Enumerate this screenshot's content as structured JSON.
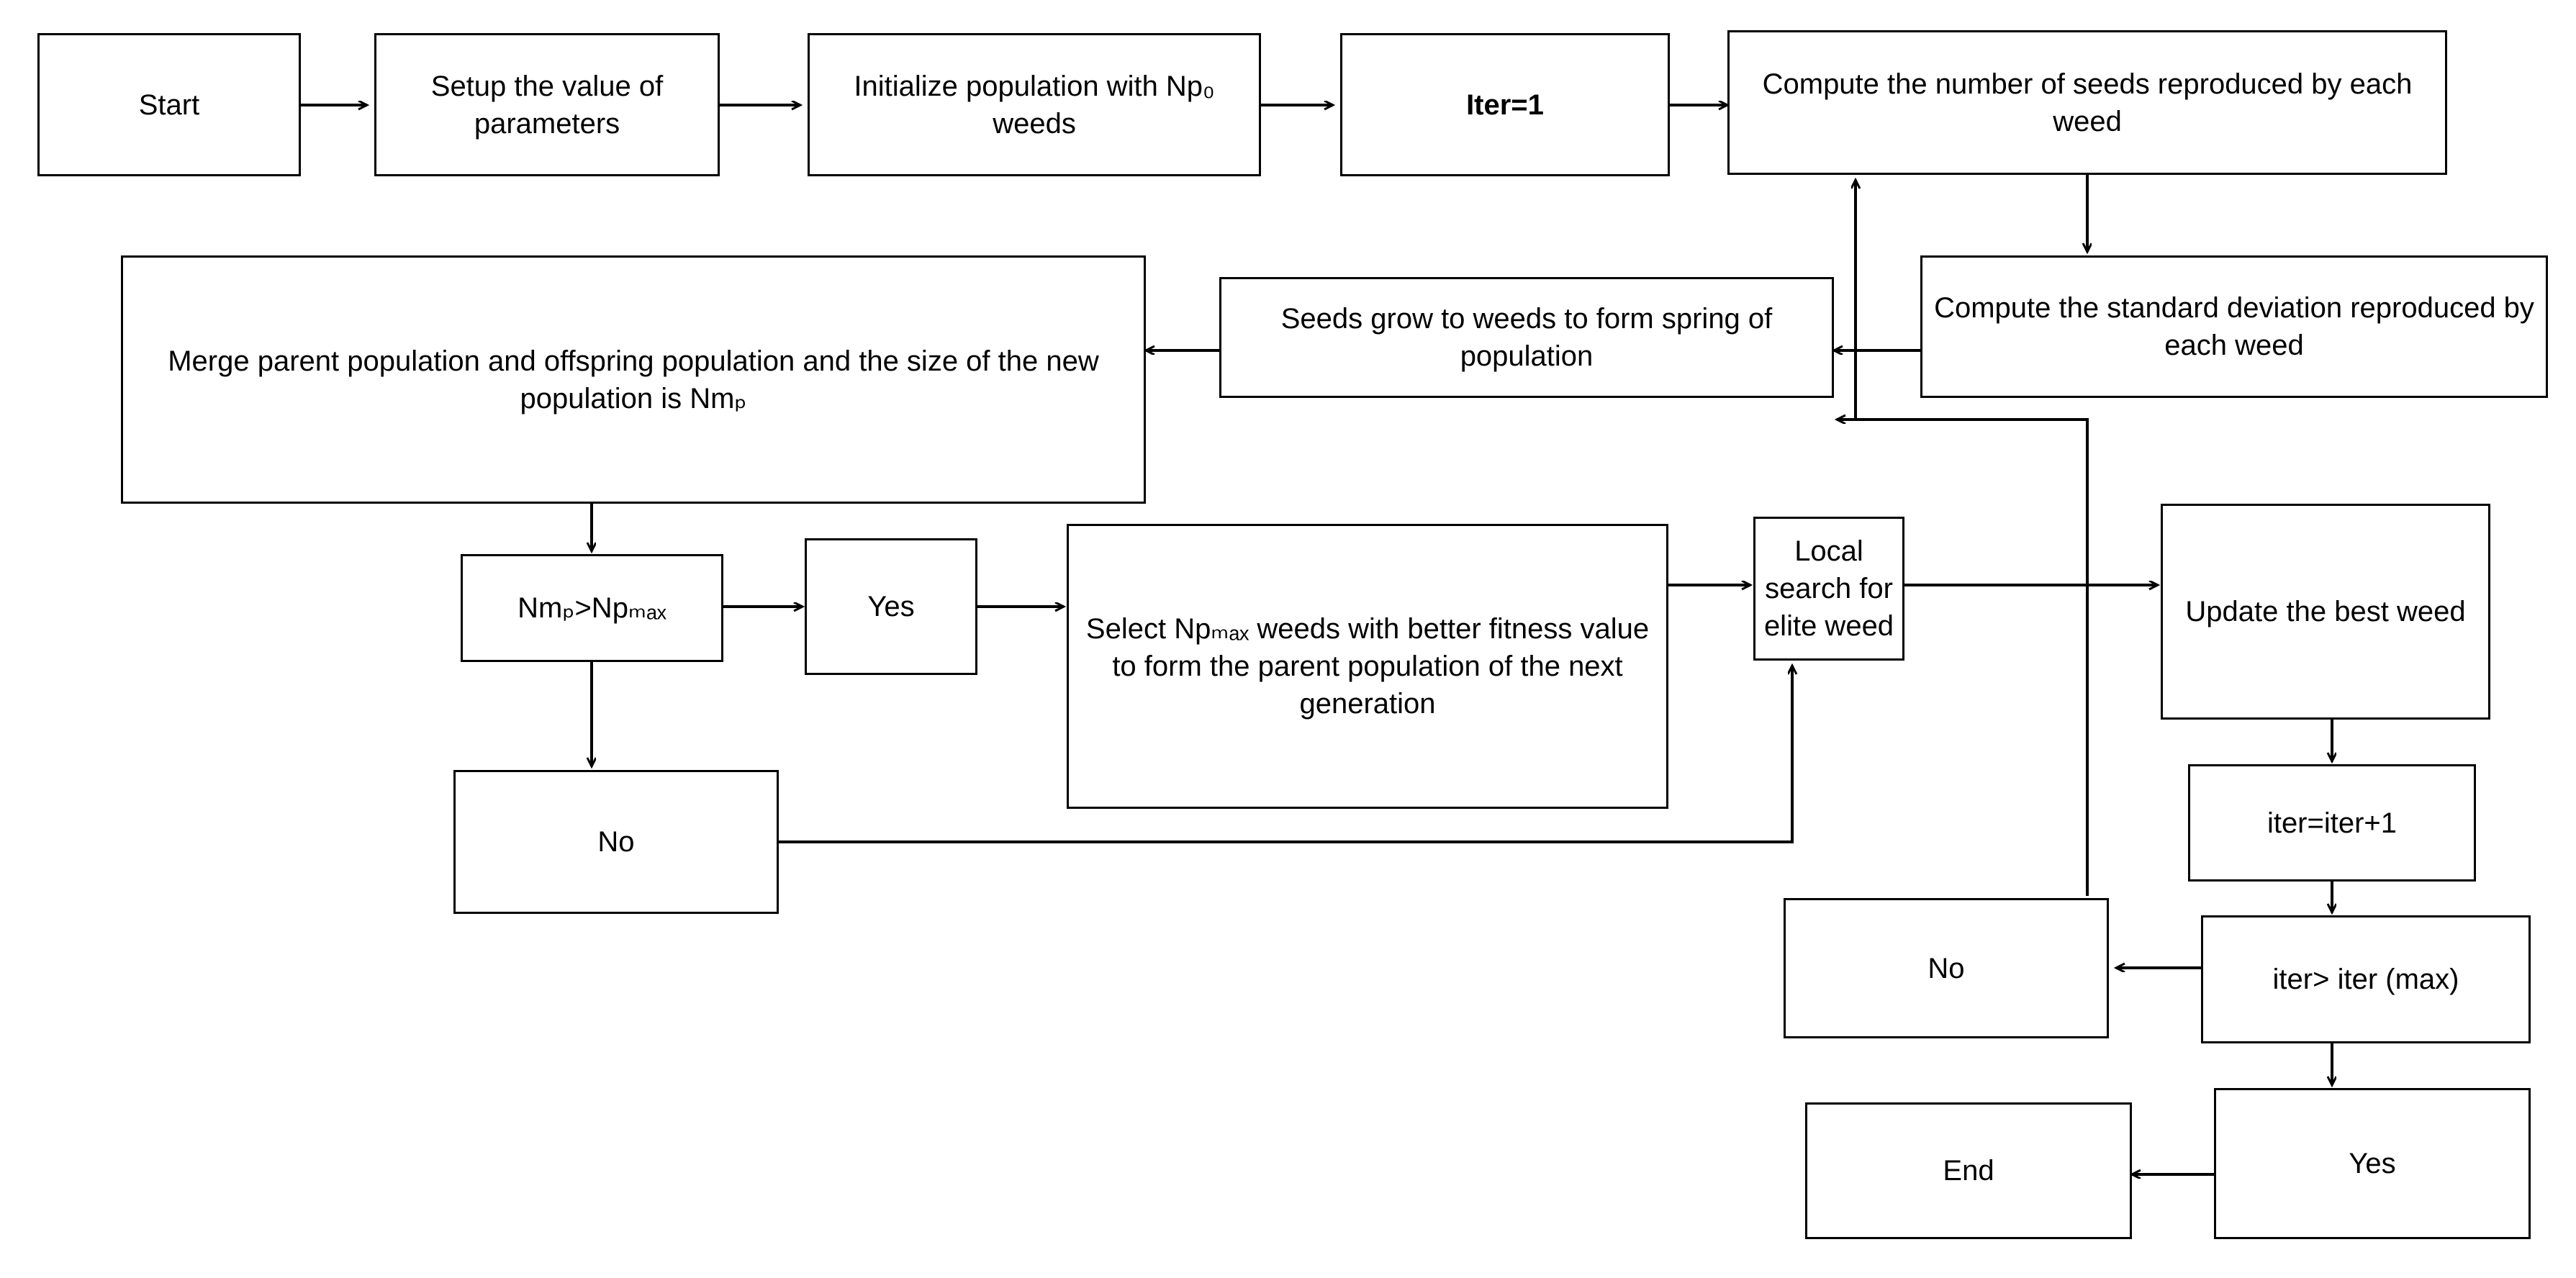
{
  "diagram": {
    "title": "Invasive Weed Optimization algorithm flowchart",
    "stroke_color": "#000000",
    "fill_color": "#ffffff",
    "nodes": [
      {
        "id": "start",
        "label": "Start"
      },
      {
        "id": "setup",
        "label": "Setup the value of parameters"
      },
      {
        "id": "init",
        "label": "Initialize population with Np₀ weeds"
      },
      {
        "id": "iter1",
        "label": "Iter=1"
      },
      {
        "id": "seeds",
        "label": "Compute the number of seeds reproduced by each weed"
      },
      {
        "id": "stddev",
        "label": "Compute the standard deviation reproduced by each weed"
      },
      {
        "id": "grow",
        "label": "Seeds grow to weeds to form spring of population"
      },
      {
        "id": "merge",
        "label": "Merge parent population and offspring population and the size of the new population is Nmₚ"
      },
      {
        "id": "decision1",
        "label": "Nmₚ>Npₘₐₓ"
      },
      {
        "id": "yes1",
        "label": "Yes"
      },
      {
        "id": "select",
        "label": "Select Npₘₐₓ weeds with better fitness value to form the parent population of the next generation"
      },
      {
        "id": "local",
        "label": "Local search for elite weed"
      },
      {
        "id": "update",
        "label": "Update the best weed"
      },
      {
        "id": "iterinc",
        "label": "iter=iter+1"
      },
      {
        "id": "no1",
        "label": "No"
      },
      {
        "id": "no2",
        "label": "No"
      },
      {
        "id": "decision2",
        "label": "iter> iter (max)"
      },
      {
        "id": "yes2",
        "label": "Yes"
      },
      {
        "id": "end",
        "label": "End"
      }
    ],
    "edges": [
      {
        "from": "start",
        "to": "setup"
      },
      {
        "from": "setup",
        "to": "init"
      },
      {
        "from": "init",
        "to": "iter1"
      },
      {
        "from": "iter1",
        "to": "seeds"
      },
      {
        "from": "seeds",
        "to": "stddev"
      },
      {
        "from": "stddev",
        "to": "grow"
      },
      {
        "from": "grow",
        "to": "merge"
      },
      {
        "from": "merge",
        "to": "decision1"
      },
      {
        "from": "decision1",
        "to": "yes1"
      },
      {
        "from": "decision1",
        "to": "no1"
      },
      {
        "from": "yes1",
        "to": "select"
      },
      {
        "from": "select",
        "to": "local"
      },
      {
        "from": "no1",
        "to": "local"
      },
      {
        "from": "local",
        "to": "update"
      },
      {
        "from": "update",
        "to": "iterinc"
      },
      {
        "from": "iterinc",
        "to": "decision2"
      },
      {
        "from": "decision2",
        "to": "no2"
      },
      {
        "from": "decision2",
        "to": "yes2"
      },
      {
        "from": "no2",
        "to": "seeds"
      },
      {
        "from": "yes2",
        "to": "end"
      }
    ]
  }
}
